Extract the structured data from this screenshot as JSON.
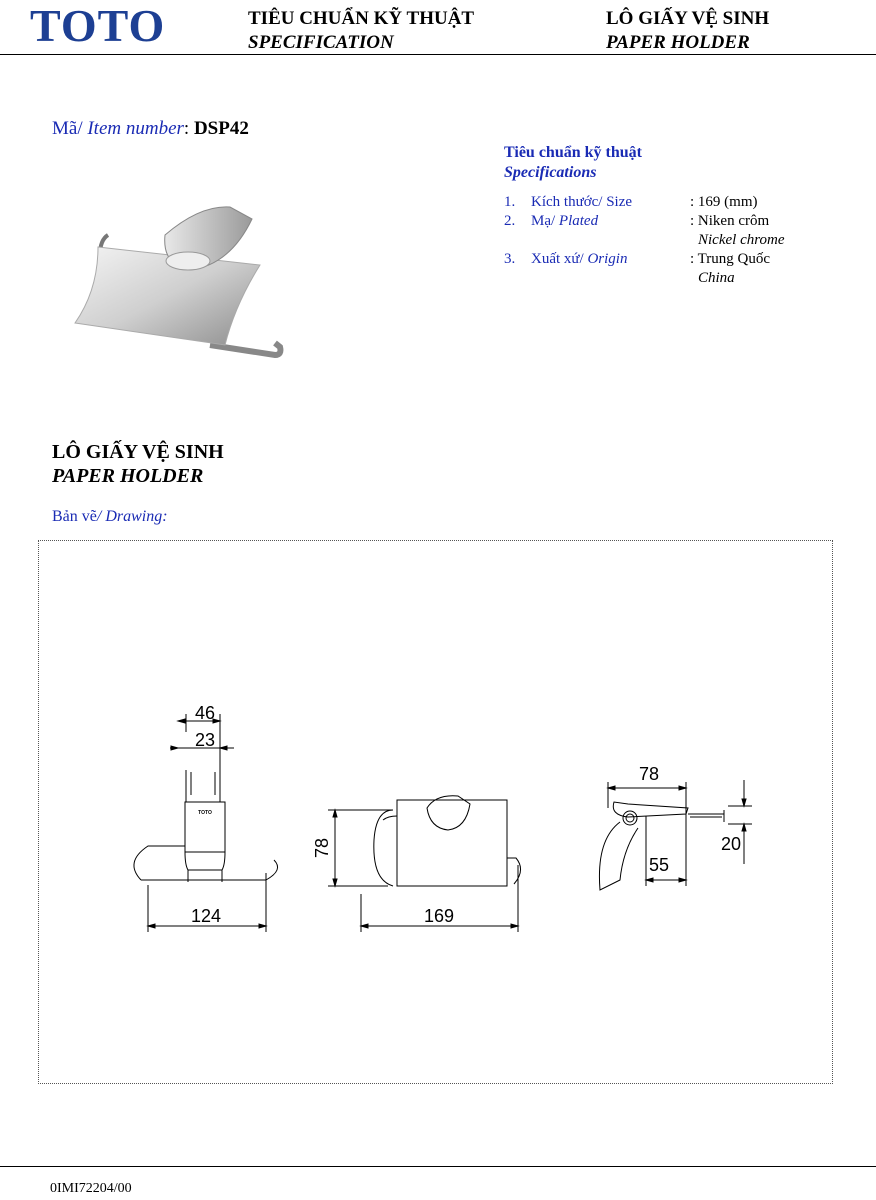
{
  "header": {
    "brand": "TOTO",
    "title_vi": "TIÊU CHUẨN KỸ THUẬT",
    "title_en": "SPECIFICATION",
    "product_vi": "LÔ GIẤY VỆ SINH",
    "product_en": "PAPER HOLDER"
  },
  "item": {
    "label_vi": "Mã/ ",
    "label_en": "Item number",
    "colon": ": ",
    "number": "DSP42"
  },
  "specs": {
    "title_vi": "Tiêu chuẩn kỹ thuật",
    "title_en": "Specifications",
    "rows": [
      {
        "num": "1.",
        "label_vi": "Kích thước/ Size",
        "label_en": "",
        "value": ": 169 (mm)",
        "value_en": ""
      },
      {
        "num": "2.",
        "label_vi": "Mạ/ ",
        "label_en": "Plated",
        "value": ": Niken crôm",
        "value_en": "Nickel chrome"
      },
      {
        "num": "3.",
        "label_vi": "Xuất xứ/ ",
        "label_en": "Origin",
        "value": ": Trung Quốc",
        "value_en": "China"
      }
    ]
  },
  "section": {
    "title_vi": "LÔ GIẤY VỆ SINH",
    "title_en": "PAPER HOLDER"
  },
  "drawing": {
    "label_vi": "Bản vẽ",
    "label_en": "/ Drawing:",
    "dims": {
      "d46": "46",
      "d23": "23",
      "d124": "124",
      "d78": "78",
      "d169": "169",
      "d78b": "78",
      "d55": "55",
      "d20": "20"
    },
    "brand_mark": "TOTO"
  },
  "footer": {
    "code": "0IMI72204/00"
  },
  "colors": {
    "logo": "#1d3f93",
    "accent_text": "#1a2bb4"
  }
}
